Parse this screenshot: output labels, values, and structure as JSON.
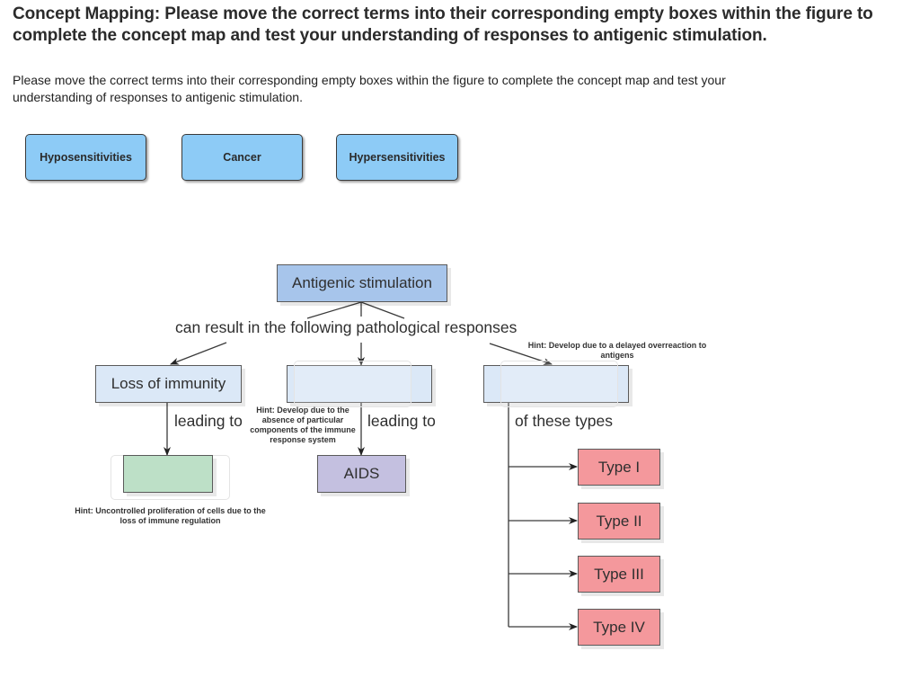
{
  "header": {
    "title": "Concept Mapping: Please move the correct terms into their corresponding empty boxes within the figure to complete the concept map and test your understanding of responses to antigenic stimulation.",
    "instructions": "Please move the correct terms into their corresponding empty boxes within the figure to complete the concept map and test your understanding of responses to antigenic stimulation."
  },
  "terms": [
    {
      "label": "Hyposensitivities"
    },
    {
      "label": "Cancer"
    },
    {
      "label": "Hypersensitivities"
    }
  ],
  "figure": {
    "root": "Antigenic stimulation",
    "root_link": "can result in the following pathological responses",
    "branches": {
      "left": {
        "label": "Loss of immunity",
        "link": "leading to"
      },
      "middle": {
        "label": "",
        "link": "leading to",
        "child": "AIDS"
      },
      "right": {
        "label": "",
        "link": "of these types"
      }
    },
    "dropzones": {
      "left_child": "",
      "middle": "",
      "right": ""
    },
    "hints": {
      "right": "Hint: Develop due to a delayed overreaction to antigens",
      "middle": "Hint: Develop due to the absence of particular components of the immune response system",
      "left_child": "Hint: Uncontrolled proliferation of cells due to the loss of immune regulation"
    },
    "types": [
      "Type I",
      "Type II",
      "Type III",
      "Type IV"
    ],
    "colors": {
      "term": "#8dcbf6",
      "root": "#a7c5eb",
      "branch": "#dbe8f7",
      "dropzone_green": "#bde0c7",
      "aids": "#c4c0e0",
      "type": "#f4989c"
    }
  }
}
